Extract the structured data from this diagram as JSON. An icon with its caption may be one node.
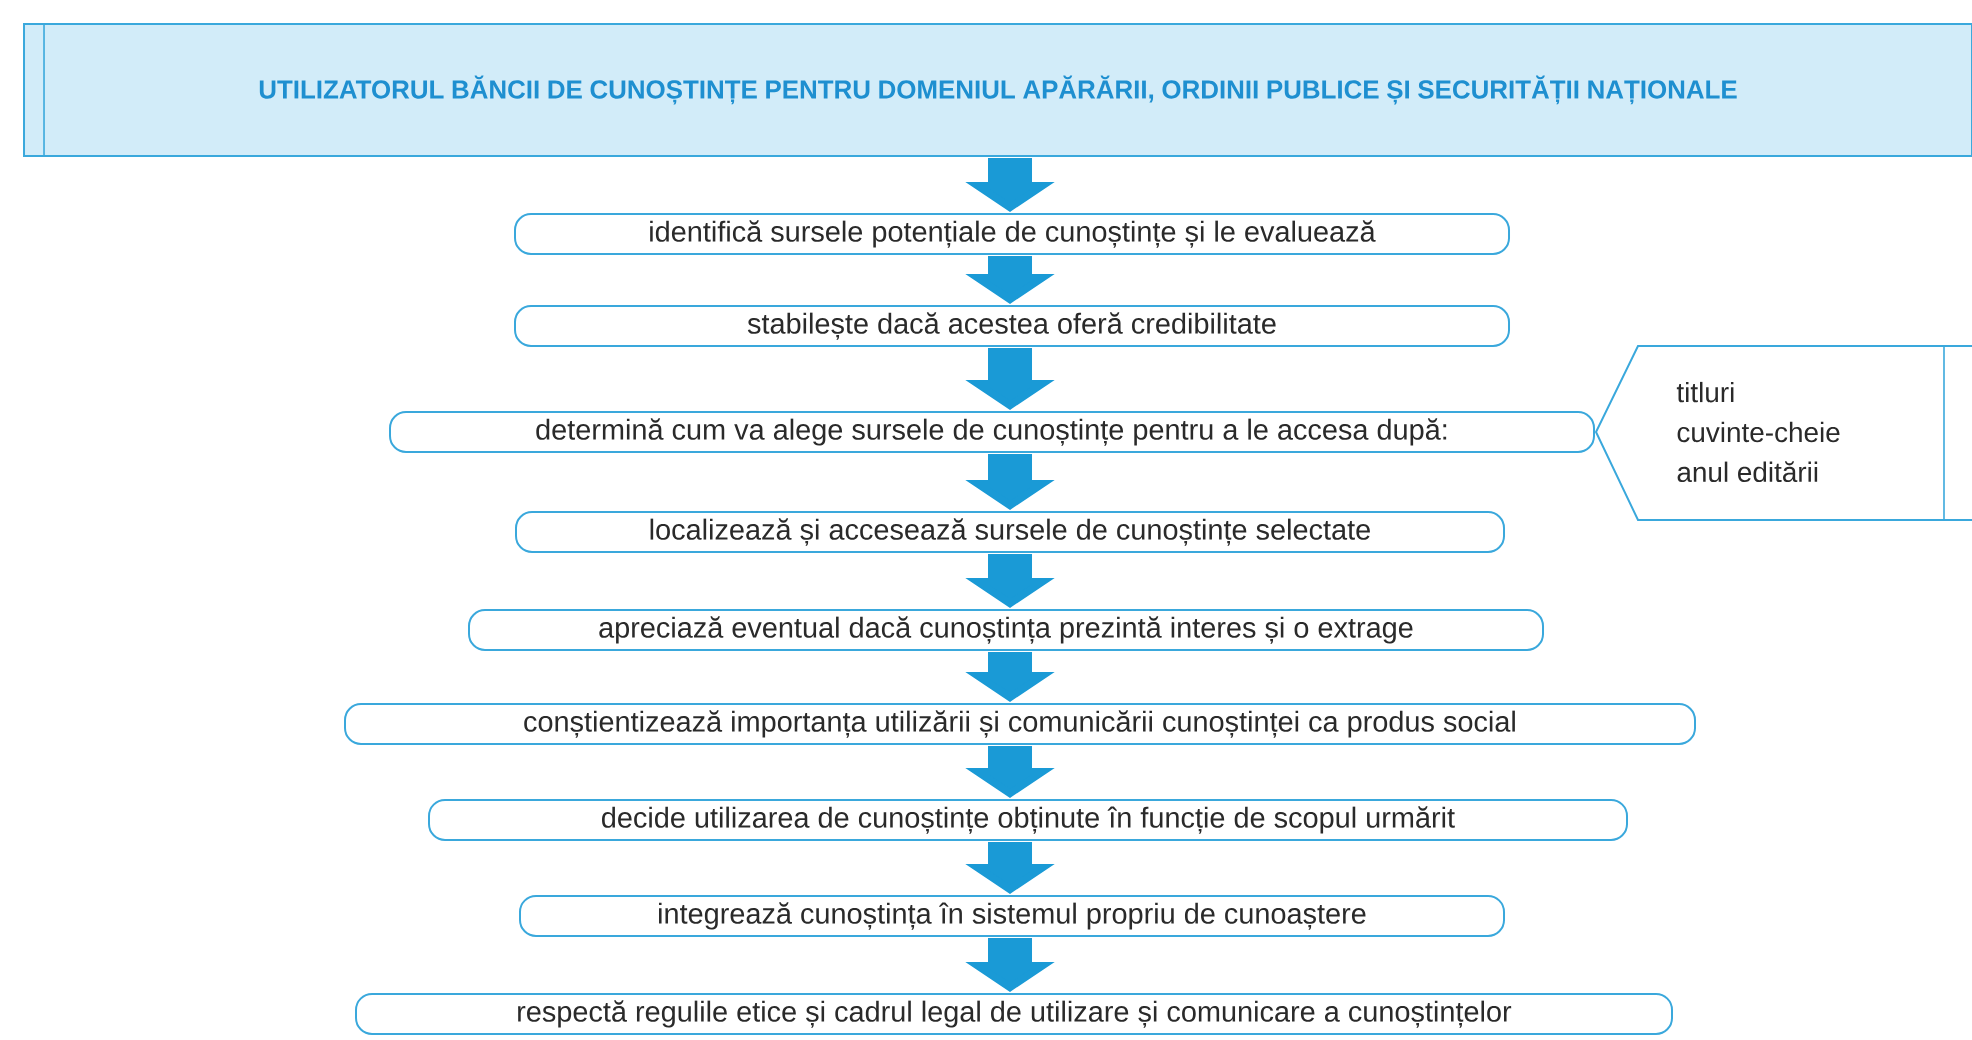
{
  "diagram": {
    "nodes": [
      {
        "text": [
          "UTILIZATORUL BĂNCII DE CUNOȘTINȚE PENTRU DOMENIUL APĂRĂRII, ORDINII PUBLICE ȘI SECURITĂȚII NAȚIONALE"
        ]
      },
      {
        "text": [
          "identifică sursele potențiale de cunoștințe și le evaluează"
        ]
      },
      {
        "text": [
          "stabilește dacă acestea oferă credibilitate"
        ]
      },
      {
        "text": [
          "determină cum va alege sursele de cunoștințe pentru a le accesa după:"
        ]
      },
      {
        "text": [
          "localizează și accesează sursele de cunoștințe selectate"
        ]
      },
      {
        "text": [
          "apreciază eventual dacă cunoștința prezintă interes și o extrage"
        ]
      },
      {
        "text": [
          "conștientizează importanța utilizării și comunicării cunoștinței ca produs social"
        ]
      },
      {
        "text": [
          "decide utilizarea de cunoștințe obținute în funcție de scopul urmărit"
        ]
      },
      {
        "text": [
          "integrează cunoștința în sistemul propriu de cunoaștere"
        ]
      },
      {
        "text": [
          "respectă regulile etice și cadrul legal de utilizare și comunicare a cunoștințelor"
        ]
      },
      {
        "text": [
          "titluri",
          "cuvinte-cheie",
          "anul editării"
        ]
      }
    ],
    "edges": [
      {
        "from": 0,
        "to": 1,
        "arrow": "to"
      },
      {
        "from": 1,
        "to": 2,
        "arrow": "to"
      },
      {
        "from": 2,
        "to": 3,
        "arrow": "to"
      },
      {
        "from": 3,
        "to": 4,
        "arrow": "to"
      },
      {
        "from": 4,
        "to": 5,
        "arrow": "to"
      },
      {
        "from": 5,
        "to": 6,
        "arrow": "to"
      },
      {
        "from": 6,
        "to": 7,
        "arrow": "to"
      },
      {
        "from": 7,
        "to": 8,
        "arrow": "to"
      },
      {
        "from": 8,
        "to": 9,
        "arrow": "to"
      }
    ]
  }
}
